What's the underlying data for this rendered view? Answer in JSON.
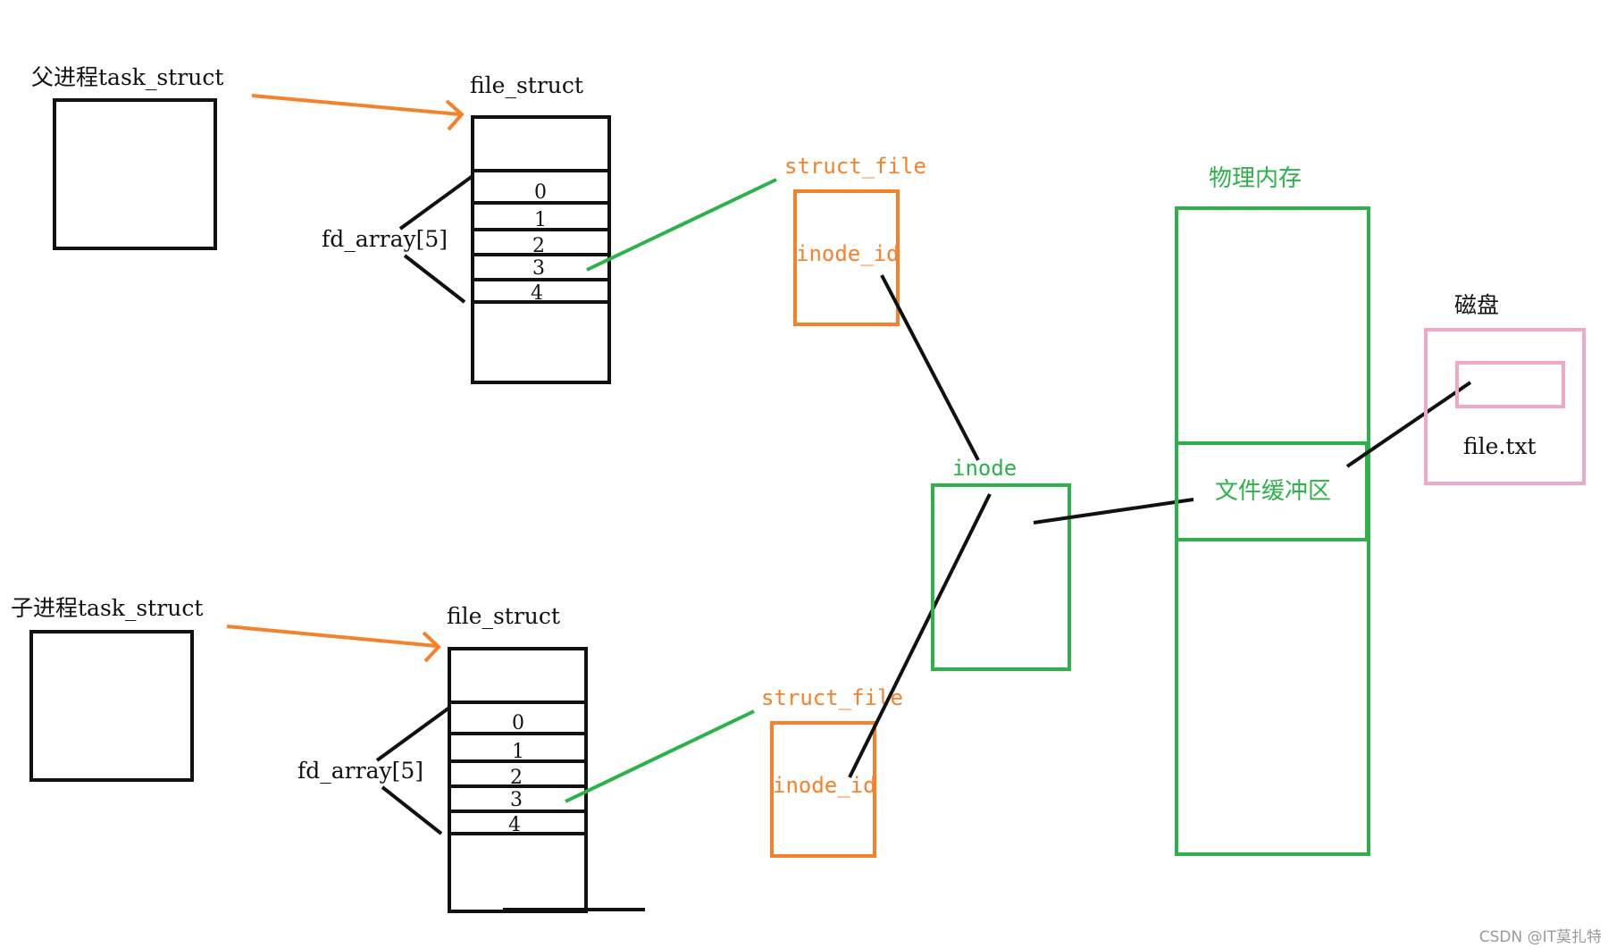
{
  "colors": {
    "black": "#111111",
    "orange": "#f5812a",
    "green": "#2db24a",
    "pink": "#f0a8c8",
    "watermark": "#9a9a9a"
  },
  "parent": {
    "task_struct_label": "父进程task_struct",
    "file_struct_label": "file_struct",
    "fd_array_label": "fd_array[5]",
    "fd_indices": [
      "0",
      "1",
      "2",
      "3",
      "4"
    ],
    "struct_file_label": "struct_file",
    "inode_id_label": "inode_id"
  },
  "child": {
    "task_struct_label": "子进程task_struct",
    "file_struct_label": "file_struct",
    "fd_array_label": "fd_array[5]",
    "fd_indices": [
      "0",
      "1",
      "2",
      "3",
      "4"
    ],
    "struct_file_label": "struct_file",
    "inode_id_label": "inode_id"
  },
  "inode": {
    "label": "inode"
  },
  "memory": {
    "label": "物理内存",
    "buffer_label": "文件缓冲区"
  },
  "disk": {
    "label": "磁盘",
    "file_label": "file.txt"
  },
  "watermark": "CSDN @IT莫扎特"
}
